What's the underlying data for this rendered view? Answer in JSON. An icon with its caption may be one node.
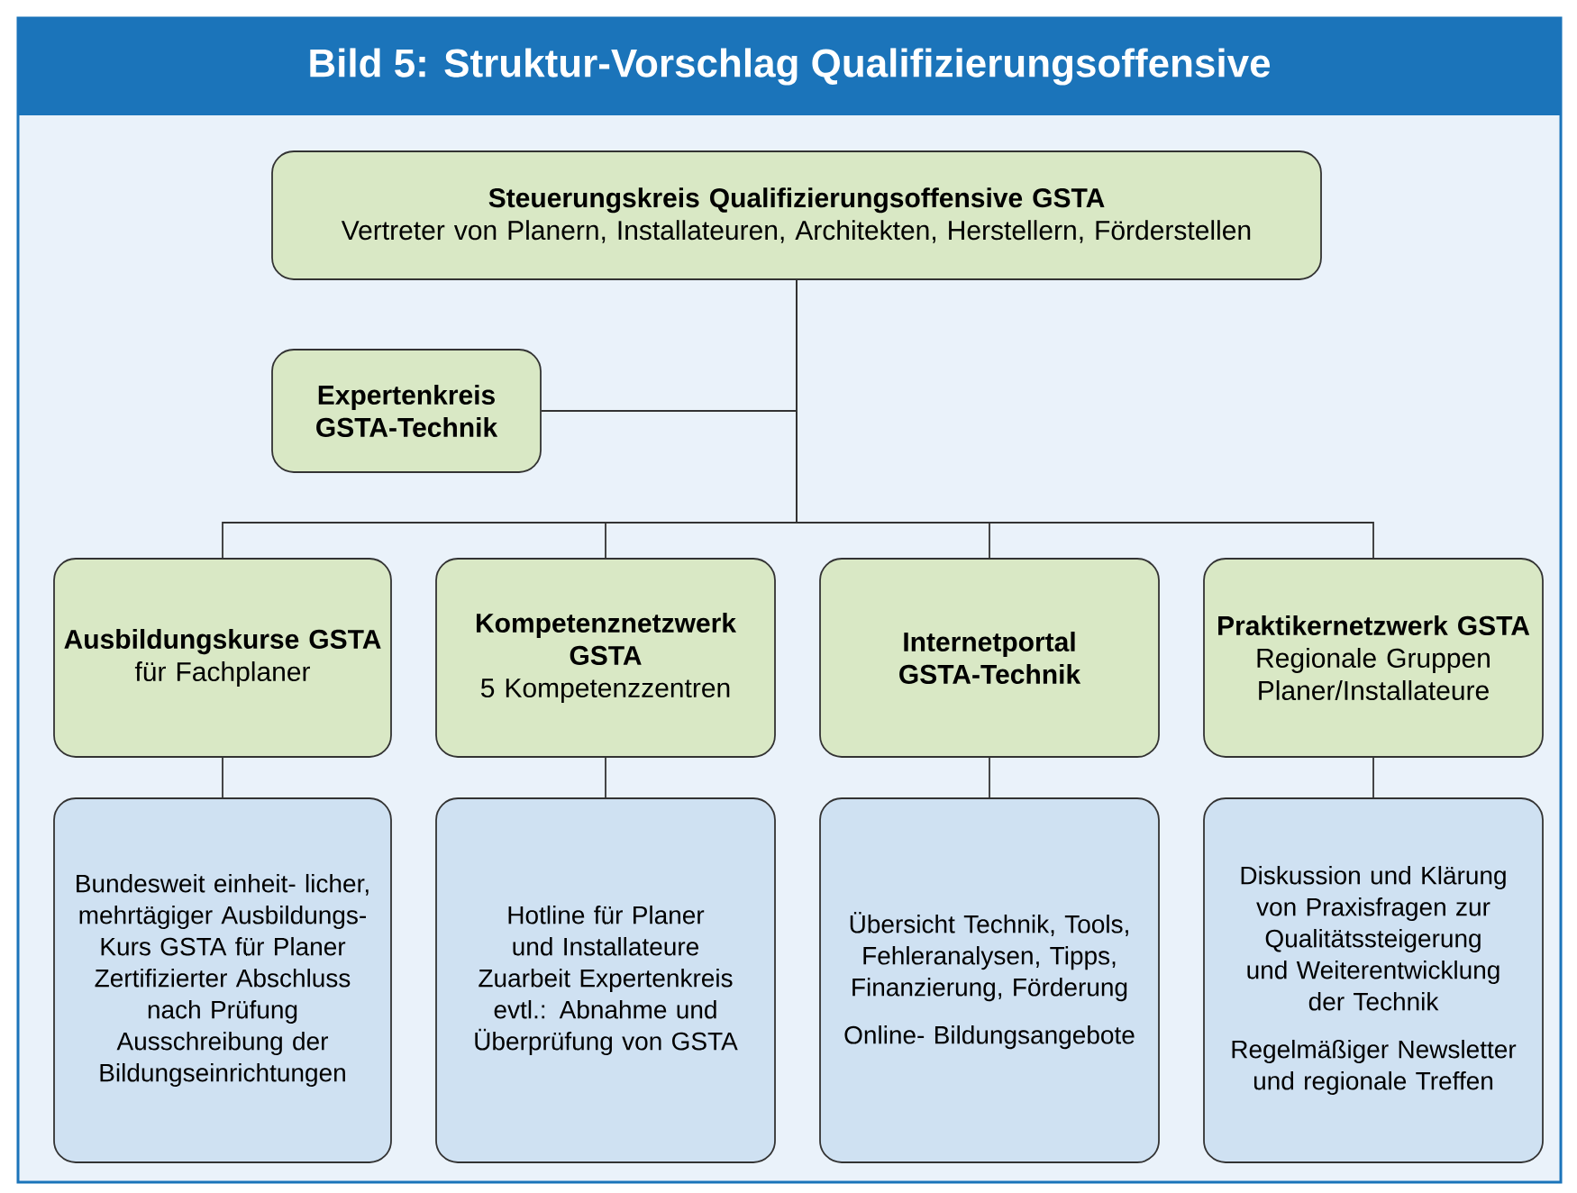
{
  "diagram": {
    "title": "Bild 5: Struktur-Vorschlag Qualifizierungsoffensive",
    "nodes": [
      {
        "text": [
          "Steuerungskreis Qualifizierungsoffensive GSTA",
          "Vertreter von Planern, Installateuren, Architekten, Herstellern, Förderstellen"
        ]
      },
      {
        "text": [
          "Expertenkreis GSTA-Technik"
        ]
      },
      {
        "text": [
          "Ausbildungskurse GSTA",
          "für Fachplaner"
        ]
      },
      {
        "text": [
          "Kompetenznetzwerk GSTA",
          "5 Kompetenzzentren"
        ]
      },
      {
        "text": [
          "Internetportal GSTA-Technik"
        ]
      },
      {
        "text": [
          "Praktikernetzwerk GSTA",
          "Regionale Gruppen Planer/Installateure"
        ]
      },
      {
        "text": [
          "Bundesweit einheit- licher, mehrtägiger Ausbildungs- Kurs GSTA für Planer",
          "Zertifizierter Abschluss nach Prüfung",
          "Ausschreibung der Bildungseinrichtungen"
        ]
      },
      {
        "text": [
          "Hotline für Planer und Installateure",
          "Zuarbeit Expertenkreis",
          "evtl.: Abnahme und Überprüfung von GSTA"
        ]
      },
      {
        "text": [
          "Übersicht Technik, Tools, Fehleranalysen, Tipps, Finanzierung, Förderung",
          "Online- Bildungsangebote"
        ]
      },
      {
        "text": [
          "Diskussion und Klärung von Praxisfragen zur Qualitätssteigerung und Weiterentwicklung der Technik",
          "Regelmäßiger Newsletter und regionale Treffen"
        ]
      }
    ],
    "edges": [
      {
        "from": 0,
        "to": 1,
        "arrow": "none"
      },
      {
        "from": 0,
        "to": 2,
        "arrow": "none"
      },
      {
        "from": 0,
        "to": 3,
        "arrow": "none"
      },
      {
        "from": 0,
        "to": 4,
        "arrow": "none"
      },
      {
        "from": 0,
        "to": 5,
        "arrow": "none"
      },
      {
        "from": 2,
        "to": 6,
        "arrow": "none"
      },
      {
        "from": 3,
        "to": 7,
        "arrow": "none"
      },
      {
        "from": 4,
        "to": 8,
        "arrow": "none"
      },
      {
        "from": 5,
        "to": 9,
        "arrow": "none"
      }
    ]
  }
}
